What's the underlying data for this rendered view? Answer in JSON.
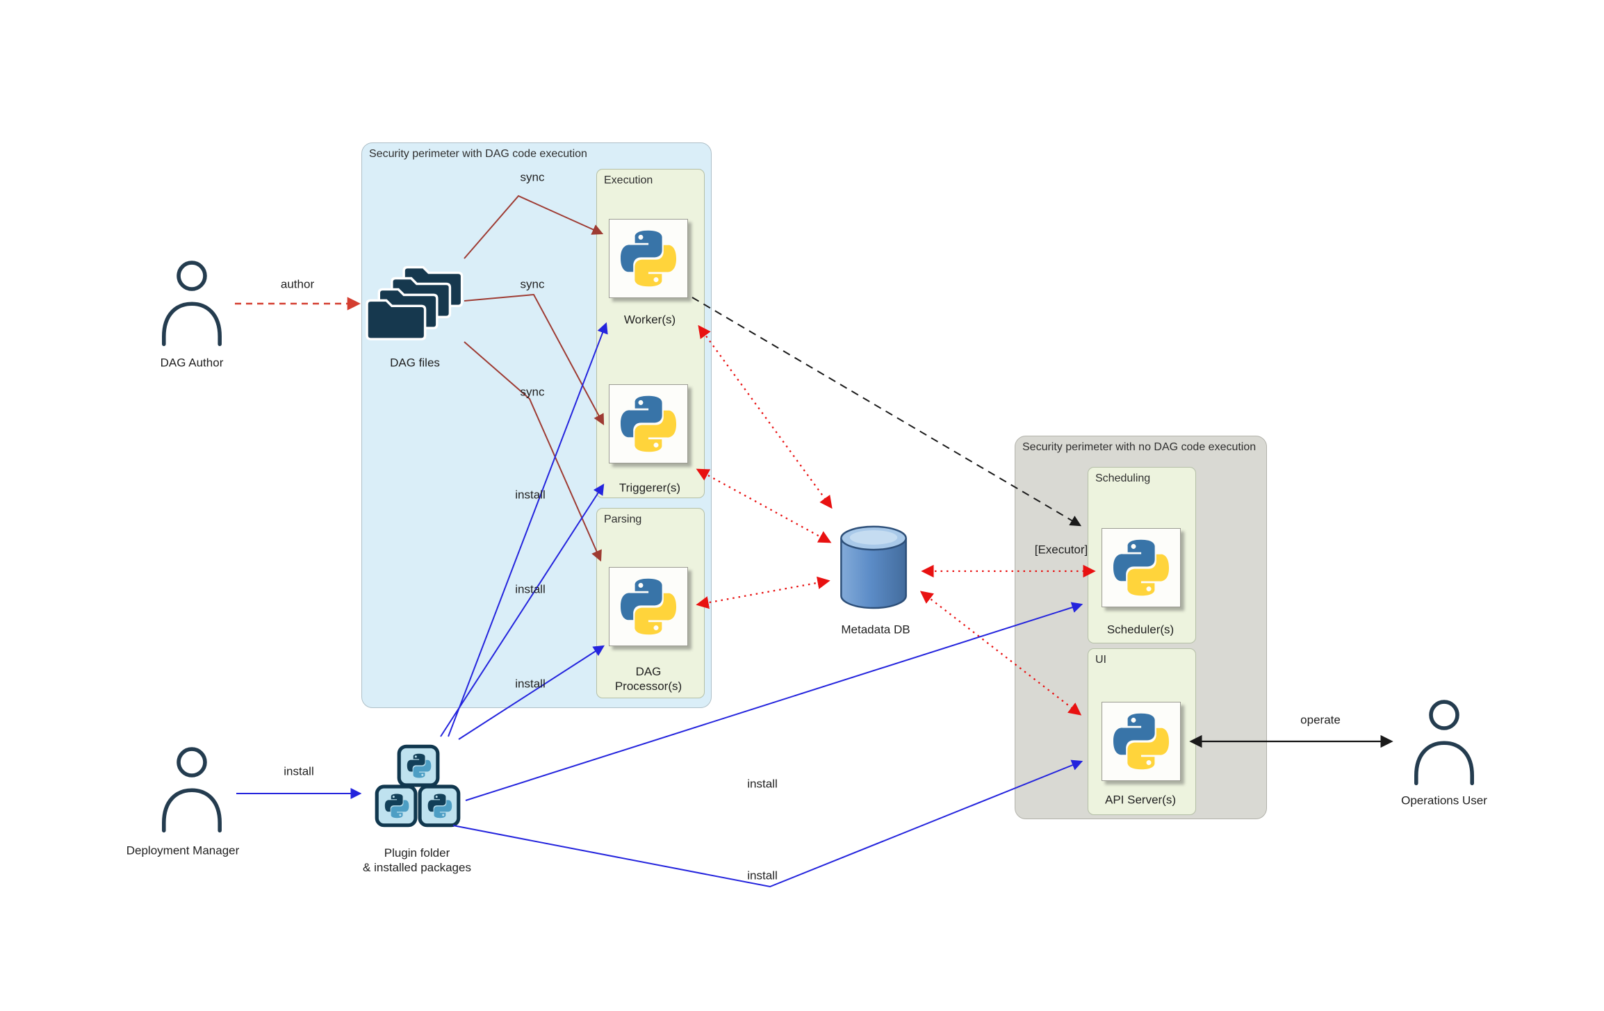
{
  "diagram": {
    "actors": {
      "dag_author": {
        "label": "DAG Author"
      },
      "deployment_manager": {
        "label": "Deployment Manager"
      },
      "operations_user": {
        "label": "Operations User"
      }
    },
    "containers": {
      "perimeter_dag_exec": {
        "label": "Security perimeter with DAG code execution"
      },
      "perimeter_no_dag_exec": {
        "label": "Security perimeter with no DAG code execution"
      },
      "execution": {
        "label": "Execution"
      },
      "parsing": {
        "label": "Parsing"
      },
      "scheduling": {
        "label": "Scheduling"
      },
      "ui": {
        "label": "UI"
      }
    },
    "nodes": {
      "dag_files": {
        "label": "DAG files"
      },
      "plugin_folder": {
        "label_line1": "Plugin folder",
        "label_line2": "& installed packages"
      },
      "metadata_db": {
        "label": "Metadata DB"
      },
      "workers": {
        "label": "Worker(s)"
      },
      "triggerer": {
        "label": "Triggerer(s)"
      },
      "dag_processor": {
        "label_line1": "DAG",
        "label_line2": "Processor(s)"
      },
      "scheduler": {
        "label": "Scheduler(s)"
      },
      "api_server": {
        "label": "API Server(s)"
      },
      "executor": {
        "label": "[Executor]"
      }
    },
    "edges": {
      "author": {
        "label": "author"
      },
      "sync_worker": {
        "label": "sync"
      },
      "sync_triggerer": {
        "label": "sync"
      },
      "sync_dag_processor": {
        "label": "sync"
      },
      "install_plugin": {
        "label": "install"
      },
      "install_worker": {
        "label": "install"
      },
      "install_triggerer": {
        "label": "install"
      },
      "install_dag_processor": {
        "label": "install"
      },
      "install_scheduler": {
        "label": "install"
      },
      "install_api_server": {
        "label": "install"
      },
      "operate": {
        "label": "operate"
      }
    },
    "colors": {
      "perimeter_dag_exec_bg": "#daeef8",
      "perimeter_no_dag_exec_bg": "#d9d9d3",
      "component_group_bg": "#edf3de",
      "sync_arrow": "#9e3b33",
      "author_arrow": "#d43d2f",
      "install_arrow": "#2424dd",
      "db_link_arrow": "#e81111",
      "executor_link_arrow": "#1a1a1a",
      "operate_arrow": "#111111",
      "python_blue": "#3874a8",
      "python_yellow": "#ffd43b",
      "icon_navy": "#16384e",
      "db_blue": "#5c8cc7"
    }
  }
}
